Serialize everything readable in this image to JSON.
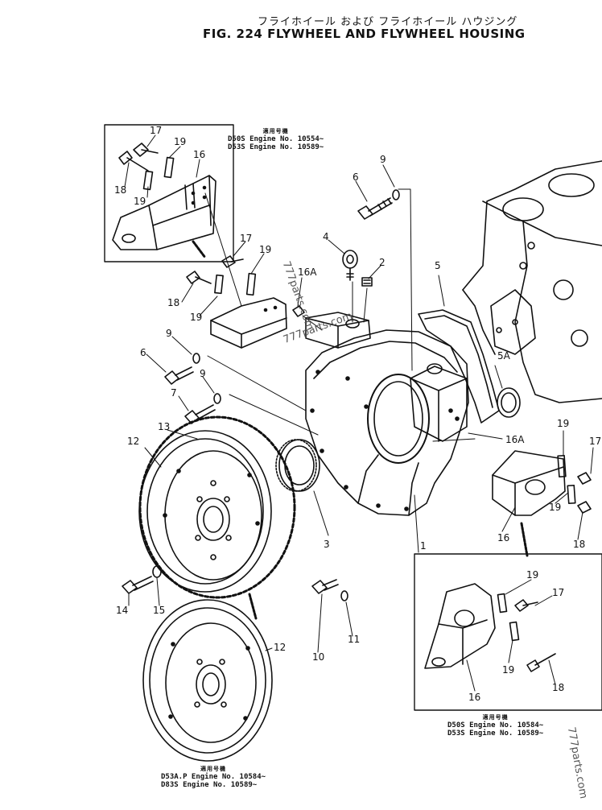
{
  "header": {
    "title_jp": "フライホイール および フライホイール ハウジング",
    "title_en": "FIG. 224  FLYWHEEL  AND  FLYWHEEL  HOUSING"
  },
  "callouts": {
    "c1": "1",
    "c2": "2",
    "c3": "3",
    "c4": "4",
    "c5": "5",
    "c5a": "5A",
    "c6a": "6",
    "c6b": "6",
    "c7": "7",
    "c9a": "9",
    "c9b": "9",
    "c9c": "9",
    "c10": "10",
    "c11": "11",
    "c12a": "12",
    "c12b": "12",
    "c13": "13",
    "c14": "14",
    "c15": "15",
    "c16a": "16",
    "c16b": "16",
    "c16c": "16",
    "c16A1": "16A",
    "c16A2": "16A",
    "c17a": "17",
    "c17b": "17",
    "c17c": "17",
    "c17d": "17",
    "c18a": "18",
    "c18b": "18",
    "c18c": "18",
    "c18d": "18",
    "c19a": "19",
    "c19b": "19",
    "c19c": "19",
    "c19d": "19",
    "c19e": "19",
    "c19f": "19",
    "c19g": "19",
    "c19h": "19"
  },
  "notes": {
    "top_left": {
      "title": "適用号機",
      "line1": "D50S  Engine No. 10554~",
      "line2": "D53S  Engine No. 10589~"
    },
    "bottom_right": {
      "title": "適用号機",
      "line1": "D50S  Engine No. 10584~",
      "line2": "D53S  Engine No. 10589~"
    },
    "bottom_center": {
      "title": "適用号機",
      "line1": "D53A.P  Engine No. 10584~",
      "line2": "D83S    Engine No. 10589~"
    }
  },
  "watermarks": {
    "w1": "777parts.com",
    "w2": "777parts.com",
    "w3": "777parts.com"
  }
}
